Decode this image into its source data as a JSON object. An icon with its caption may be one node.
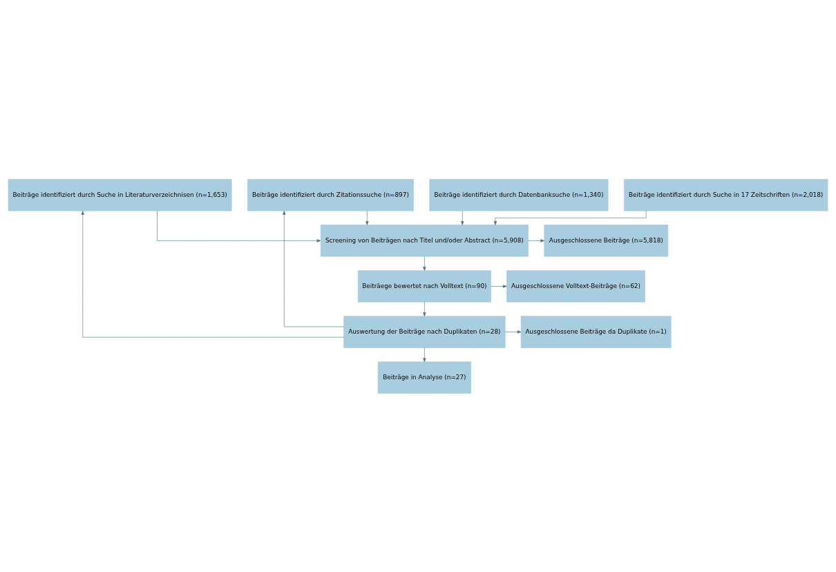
{
  "diagram": {
    "nodes": [
      {
        "text": [
          "Beiträge identifiziert durch Suche in Literaturverzeichnisen (n=1,653)"
        ]
      },
      {
        "text": [
          "Beiträge identifiziert durch Datenbanksuche (n=1,340)"
        ]
      },
      {
        "text": [
          "Beiträge identifiziert durch Suche in 17 Zeitschriften (n=2,018)"
        ]
      },
      {
        "text": [
          "Beiträge identifiziert durch Zitationssuche (n=897)"
        ]
      },
      {
        "text": [
          "Screening von Beiträgen nach Titel und/oder Abstract (n=5,908)"
        ]
      },
      {
        "text": [
          "Ausgeschlossene Beiträge (n=5,818)"
        ]
      },
      {
        "text": [
          "Beiträege bewertet nach Volltext (n=90)"
        ]
      },
      {
        "text": [
          "Ausgeschlossene Volltext-Beiträge (n=62)"
        ]
      },
      {
        "text": [
          "Auswertung der Beiträge nach Duplikaten (n=28)"
        ]
      },
      {
        "text": [
          "Ausgeschlossene Beiträge da Duplikate (n=1)"
        ]
      },
      {
        "text": [
          "Beiträge in Analyse (n=27)"
        ]
      }
    ],
    "edges": [
      {
        "from": 0,
        "to": 4,
        "arrow": "to"
      },
      {
        "from": 1,
        "to": 4,
        "arrow": "to"
      },
      {
        "from": 2,
        "to": 4,
        "arrow": "to"
      },
      {
        "from": 3,
        "to": 4,
        "arrow": "to"
      },
      {
        "from": 4,
        "to": 6,
        "arrow": "to"
      },
      {
        "from": 4,
        "to": 5,
        "arrow": "to"
      },
      {
        "from": 6,
        "to": 8,
        "arrow": "to"
      },
      {
        "from": 6,
        "to": 7,
        "arrow": "to"
      },
      {
        "from": 8,
        "to": 10,
        "arrow": "to"
      },
      {
        "from": 8,
        "to": 9,
        "arrow": "to"
      },
      {
        "from": 8,
        "to": 0,
        "arrow": "to"
      },
      {
        "from": 8,
        "to": 3,
        "arrow": "to"
      }
    ]
  }
}
